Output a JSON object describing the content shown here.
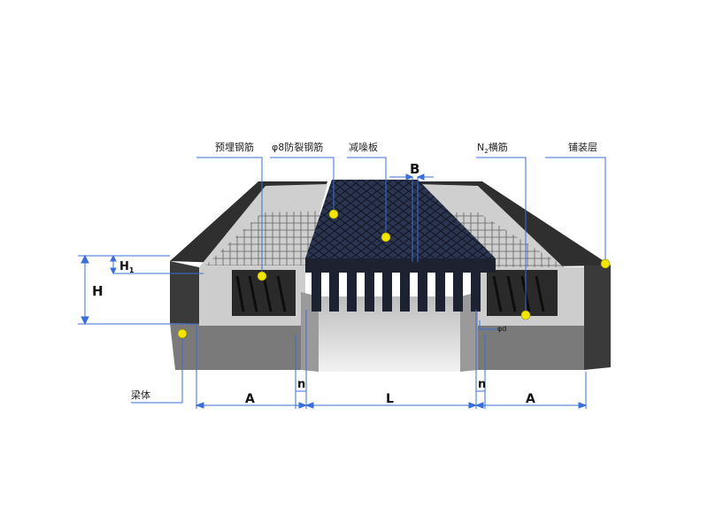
{
  "labels": {
    "yumai_gangjin": "预埋钢筋",
    "fanglie_gangjin": "φ8防裂钢筋",
    "jianzao_ban": "减噪板",
    "hengjin": "N",
    "hengjin_sub": "2",
    "hengjin_suffix": "横筋",
    "puzhuang_ceng": "铺装层",
    "liangti": "梁体"
  },
  "dimensions": {
    "B": "B",
    "H": "H",
    "H1": "H",
    "H1_sub": "1",
    "A_left": "A",
    "A_right": "A",
    "L": "L",
    "n_left": "n",
    "n_right": "n",
    "d": "φd"
  },
  "colors": {
    "leader_line": "#3a6fd8",
    "callout_dot": "#f2e600",
    "pavement": "#2b2b2b",
    "beam": "#7d7d7d",
    "concrete": "#c9c9c9",
    "noise_plate": "#2a3148",
    "finger": "#1e2230"
  }
}
